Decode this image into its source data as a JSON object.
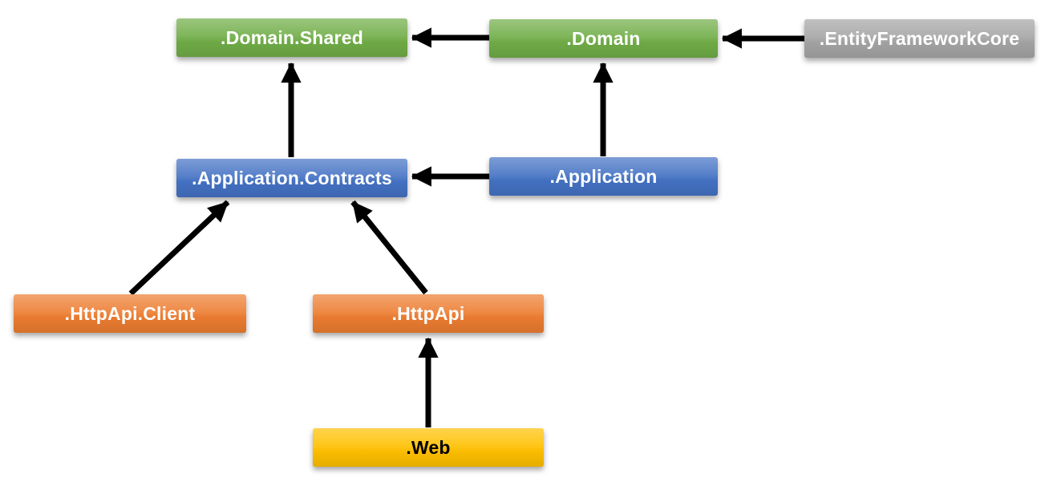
{
  "diagram": {
    "background_color": "#ffffff",
    "arrow_color": "#000000",
    "nodes": [
      {
        "id": "domain-shared",
        "label": ".Domain.Shared",
        "fill": "#70ad47",
        "text_color": "#ffffff"
      },
      {
        "id": "domain",
        "label": ".Domain",
        "fill": "#70ad47",
        "text_color": "#ffffff"
      },
      {
        "id": "entity-framework-core",
        "label": ".EntityFrameworkCore",
        "fill": "#a5a5a5",
        "text_color": "#ffffff"
      },
      {
        "id": "application-contracts",
        "label": ".Application.Contracts",
        "fill": "#4472c4",
        "text_color": "#ffffff"
      },
      {
        "id": "application",
        "label": ".Application",
        "fill": "#4472c4",
        "text_color": "#ffffff"
      },
      {
        "id": "httpapi-client",
        "label": ".HttpApi.Client",
        "fill": "#ed7d31",
        "text_color": "#ffffff"
      },
      {
        "id": "httpapi",
        "label": ".HttpApi",
        "fill": "#ed7d31",
        "text_color": "#ffffff"
      },
      {
        "id": "web",
        "label": ".Web",
        "fill": "#ffc000",
        "text_color": "#000000"
      }
    ],
    "edges": [
      {
        "from": "domain",
        "to": "domain-shared"
      },
      {
        "from": "entity-framework-core",
        "to": "domain"
      },
      {
        "from": "application-contracts",
        "to": "domain-shared"
      },
      {
        "from": "application",
        "to": "domain"
      },
      {
        "from": "application",
        "to": "application-contracts"
      },
      {
        "from": "httpapi-client",
        "to": "application-contracts"
      },
      {
        "from": "httpapi",
        "to": "application-contracts"
      },
      {
        "from": "web",
        "to": "httpapi"
      }
    ]
  }
}
